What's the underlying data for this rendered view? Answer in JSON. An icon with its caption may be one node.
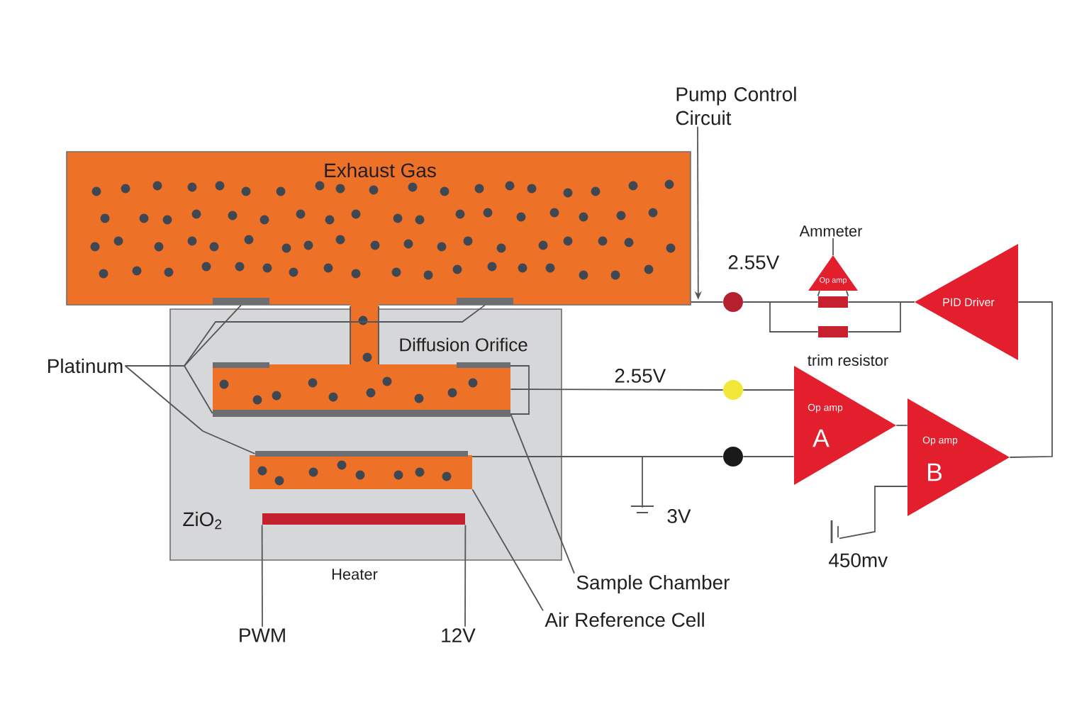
{
  "diagram": {
    "nodes": [
      {
        "text": [
          "Pump Control Circuit"
        ]
      },
      {
        "text": [
          "Exhaust Gas"
        ]
      },
      {
        "text": [],
        "shape": "bar",
        "in": 1
      },
      {
        "text": [],
        "shape": "bar",
        "in": 1
      },
      {
        "text": [
          "ZiO$_{2}$"
        ]
      },
      {
        "text": [],
        "shape": "box",
        "in": 4
      },
      {
        "text": [],
        "shape": "bar",
        "in": 4
      },
      {
        "text": [],
        "shape": "box",
        "in": 4
      },
      {
        "text": [],
        "shape": "bar",
        "in": 4
      },
      {
        "text": [],
        "shape": "bar",
        "in": 4,
        "beside": [
          "Heater"
        ]
      },
      {
        "text": [
          "Platinum"
        ]
      },
      {
        "text": [],
        "shape": "circle"
      },
      {
        "text": [
          "Op amp"
        ],
        "beside": [
          "Ammeter"
        ]
      },
      {
        "text": [],
        "shape": "box"
      },
      {
        "text": [],
        "shape": "box"
      },
      {
        "text": [
          "PID Driver"
        ]
      },
      {
        "text": [],
        "shape": "circle"
      },
      {
        "text": [],
        "shape": "circle"
      },
      {
        "text": [
          "Op amp",
          "A"
        ]
      },
      {
        "text": [
          "Op amp",
          "B"
        ]
      },
      {
        "text": [
          "3V"
        ]
      },
      {
        "text": [
          "450mv"
        ]
      },
      {
        "text": [
          "Sample Chamber"
        ]
      },
      {
        "text": [
          "Air Reference Cell"
        ]
      },
      {
        "text": [
          "PWM"
        ]
      },
      {
        "text": [
          "12V"
        ]
      }
    ],
    "edges": [
      {
        "from": 0,
        "to": 1,
        "arrow": "to"
      },
      {
        "from": 1,
        "to": 11,
        "arrow": "none"
      },
      {
        "from": 11,
        "to": 13,
        "arrow": "none"
      },
      {
        "from": 11,
        "to": 14,
        "arrow": "none"
      },
      {
        "from": 13,
        "to": 15,
        "arrow": "none"
      },
      {
        "from": 14,
        "to": 15,
        "arrow": "none"
      },
      {
        "from": 12,
        "to": 13,
        "arrow": "none"
      },
      {
        "from": 19,
        "to": 15,
        "arrow": "none"
      },
      {
        "from": 5,
        "to": 16,
        "arrow": "none"
      },
      {
        "from": 16,
        "to": 18,
        "arrow": "none"
      },
      {
        "from": 7,
        "to": 17,
        "arrow": "none"
      },
      {
        "from": 17,
        "to": 18,
        "arrow": "none"
      },
      {
        "from": 7,
        "to": 20,
        "arrow": "none"
      },
      {
        "from": 18,
        "to": 19,
        "arrow": "none"
      },
      {
        "from": 21,
        "to": 19,
        "arrow": "none"
      },
      {
        "from": 9,
        "to": 24,
        "arrow": "none"
      },
      {
        "from": 9,
        "to": 25,
        "arrow": "none"
      },
      {
        "from": 10,
        "to": 2,
        "arrow": "none"
      },
      {
        "from": 10,
        "to": 3,
        "arrow": "none"
      },
      {
        "from": 10,
        "to": 6,
        "arrow": "none"
      },
      {
        "from": 10,
        "to": 8,
        "arrow": "none"
      },
      {
        "from": 22,
        "to": 5,
        "arrow": "none"
      },
      {
        "from": 23,
        "to": 7,
        "arrow": "none"
      }
    ],
    "labels": [
      "Diffusion Orifice",
      "2.55V",
      "trim resistor",
      "2.55V"
    ]
  }
}
